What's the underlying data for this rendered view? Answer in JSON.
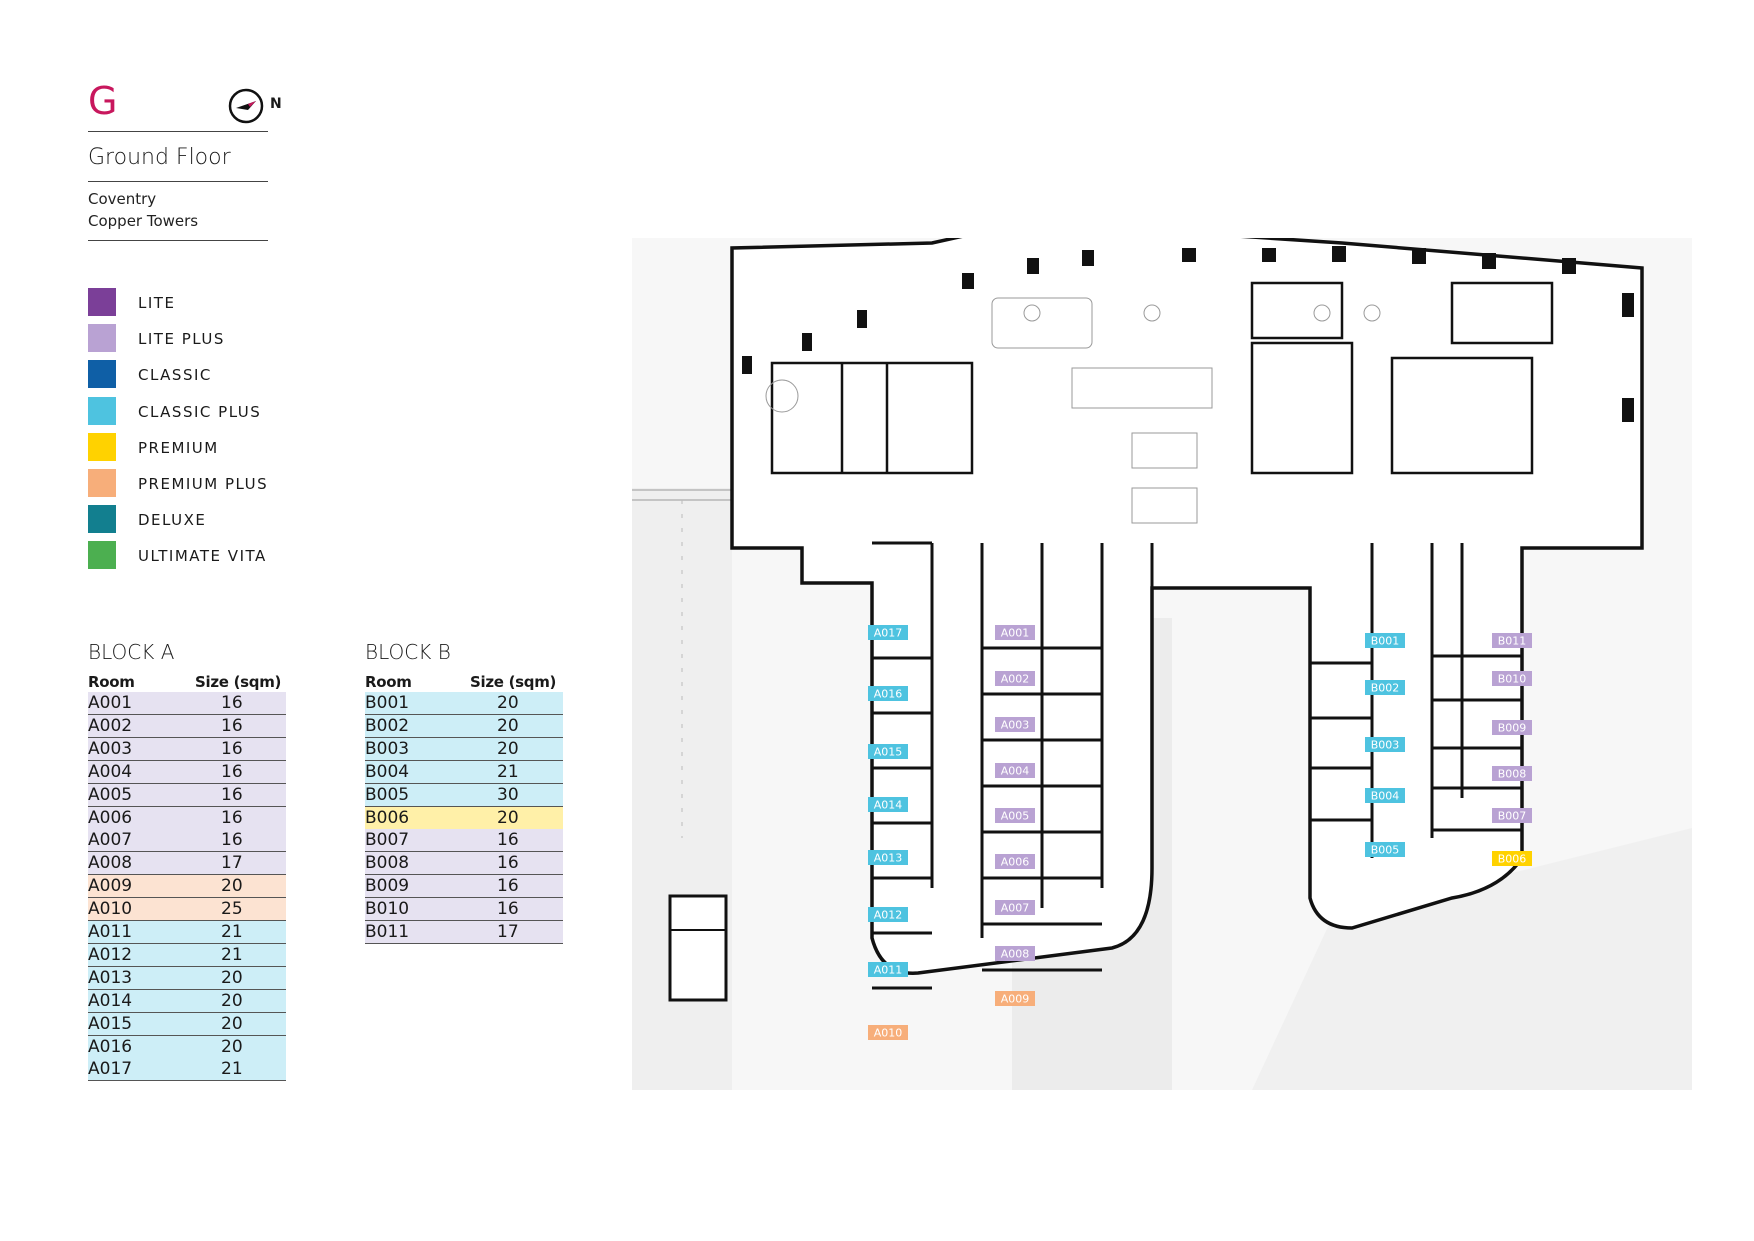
{
  "header": {
    "floor_letter": "G",
    "north_label": "N",
    "floor_title": "Ground Floor",
    "location_line1": "Coventry",
    "location_line2": "Copper Towers"
  },
  "colors": {
    "accent": "#c8175d",
    "lite": "#7b3f98",
    "lite_plus": "#b9a2d3",
    "classic": "#0f5fa6",
    "classic_plus": "#4ec3e0",
    "premium": "#ffd200",
    "premium_plus": "#f7ae7a",
    "deluxe": "#127f8f",
    "ultimate_vita": "#4caf50"
  },
  "legend": [
    {
      "label": "LITE",
      "color": "#7b3f98"
    },
    {
      "label": "LITE PLUS",
      "color": "#b9a2d3"
    },
    {
      "label": "CLASSIC",
      "color": "#0f5fa6"
    },
    {
      "label": "CLASSIC PLUS",
      "color": "#4ec3e0"
    },
    {
      "label": "PREMIUM",
      "color": "#ffd200"
    },
    {
      "label": "PREMIUM PLUS",
      "color": "#f7ae7a"
    },
    {
      "label": "DELUXE",
      "color": "#127f8f"
    },
    {
      "label": "ULTIMATE VITA",
      "color": "#4caf50"
    }
  ],
  "block_a": {
    "title": "BLOCK A",
    "col_room": "Room",
    "col_size": "Size (sqm)",
    "rows": [
      {
        "room": "A001",
        "size": "16",
        "tier": "lite_plus"
      },
      {
        "room": "A002",
        "size": "16",
        "tier": "lite_plus"
      },
      {
        "room": "A003",
        "size": "16",
        "tier": "lite_plus"
      },
      {
        "room": "A004",
        "size": "16",
        "tier": "lite_plus"
      },
      {
        "room": "A005",
        "size": "16",
        "tier": "lite_plus"
      },
      {
        "room": "A006",
        "size": "16",
        "tier": "lite_plus"
      },
      {
        "room": "A007",
        "size": "16",
        "tier": "lite_plus"
      },
      {
        "room": "A008",
        "size": "17",
        "tier": "lite_plus"
      },
      {
        "room": "A009",
        "size": "20",
        "tier": "premium_plus"
      },
      {
        "room": "A010",
        "size": "25",
        "tier": "premium_plus"
      },
      {
        "room": "A011",
        "size": "21",
        "tier": "classic_plus"
      },
      {
        "room": "A012",
        "size": "21",
        "tier": "classic_plus"
      },
      {
        "room": "A013",
        "size": "20",
        "tier": "classic_plus"
      },
      {
        "room": "A014",
        "size": "20",
        "tier": "classic_plus"
      },
      {
        "room": "A015",
        "size": "20",
        "tier": "classic_plus"
      },
      {
        "room": "A016",
        "size": "20",
        "tier": "classic_plus"
      },
      {
        "room": "A017",
        "size": "21",
        "tier": "classic_plus"
      }
    ]
  },
  "block_b": {
    "title": "BLOCK B",
    "col_room": "Room",
    "col_size": "Size (sqm)",
    "rows": [
      {
        "room": "B001",
        "size": "20",
        "tier": "classic_plus"
      },
      {
        "room": "B002",
        "size": "20",
        "tier": "classic_plus"
      },
      {
        "room": "B003",
        "size": "20",
        "tier": "classic_plus"
      },
      {
        "room": "B004",
        "size": "21",
        "tier": "classic_plus"
      },
      {
        "room": "B005",
        "size": "30",
        "tier": "classic_plus"
      },
      {
        "room": "B006",
        "size": "20",
        "tier": "premium"
      },
      {
        "room": "B007",
        "size": "16",
        "tier": "lite_plus"
      },
      {
        "room": "B008",
        "size": "16",
        "tier": "lite_plus"
      },
      {
        "room": "B009",
        "size": "16",
        "tier": "lite_plus"
      },
      {
        "room": "B010",
        "size": "16",
        "tier": "lite_plus"
      },
      {
        "room": "B011",
        "size": "17",
        "tier": "lite_plus"
      }
    ]
  },
  "plan_labels": {
    "a_left": [
      "A017",
      "A016",
      "A015",
      "A014",
      "A013",
      "A012",
      "A011",
      "A010"
    ],
    "a_right": [
      "A001",
      "A002",
      "A003",
      "A004",
      "A005",
      "A006",
      "A007",
      "A008",
      "A009"
    ],
    "b_left": [
      "B001",
      "B002",
      "B003",
      "B004",
      "B005"
    ],
    "b_right": [
      "B011",
      "B010",
      "B009",
      "B008",
      "B007",
      "B006"
    ]
  }
}
